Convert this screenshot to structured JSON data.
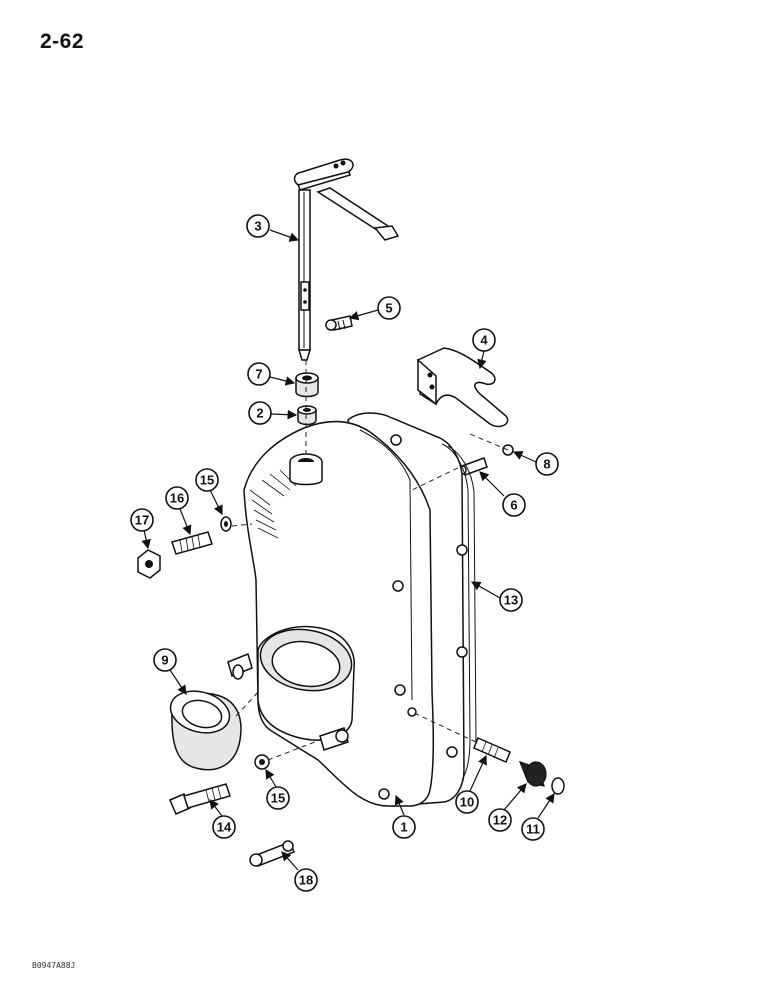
{
  "page_number": "2-62",
  "figure_code": "B0947A88J",
  "callouts": [
    "1",
    "2",
    "3",
    "4",
    "5",
    "6",
    "7",
    "8",
    "9",
    "10",
    "11",
    "12",
    "13",
    "14",
    "15",
    "15",
    "16",
    "17",
    "18"
  ]
}
